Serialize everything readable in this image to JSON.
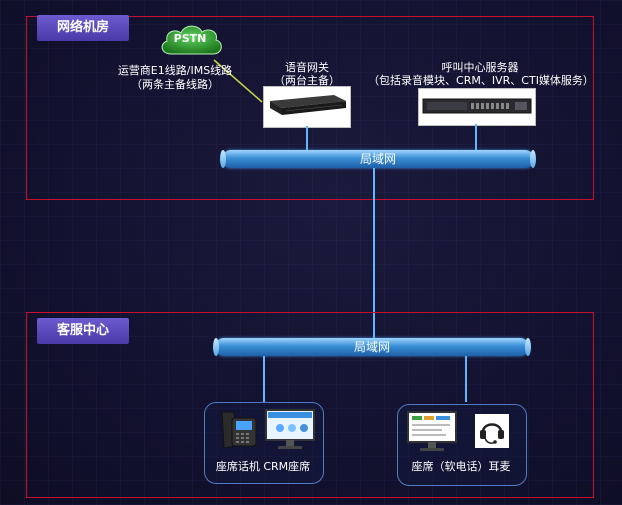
{
  "datacenter": {
    "title": "网络机房",
    "pstn_label": "PSTN",
    "carrier_label_line1": "运营商E1线路/IMS线路",
    "carrier_label_line2": "（两条主备线路）",
    "gateway_label_line1": "语音网关",
    "gateway_label_line2": "（两台主备）",
    "server_label_line1": "呼叫中心服务器",
    "server_label_line2": "（包括录音模块、CRM、IVR、CTI媒体服务）",
    "lan_label": "局域网"
  },
  "service_center": {
    "title": "客服中心",
    "lan_label": "局域网",
    "group1_label": "座席话机  CRM座席",
    "group2_label": "座席（软电话）耳麦"
  },
  "colors": {
    "zone_border": "#c8102e",
    "title_bg": "#5b4bc0",
    "lan_blue": "#3a8fd6",
    "cloud_green": "#2e8b2e"
  }
}
